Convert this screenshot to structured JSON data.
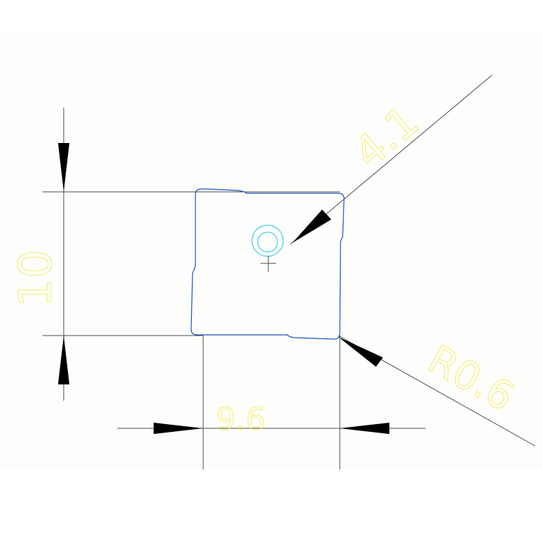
{
  "drawing": {
    "background": "#fdfefb",
    "line_color": "#4a4a4a",
    "arrow_color": "#000000",
    "outline_color": "#1e50c8",
    "hole_color": "#20c8e0",
    "text_color": "#f5ec6a"
  },
  "dimensions": {
    "vertical_value": "10",
    "horizontal_value": "9.6",
    "angled_value": "4.1",
    "radius_value": "R0.6"
  }
}
